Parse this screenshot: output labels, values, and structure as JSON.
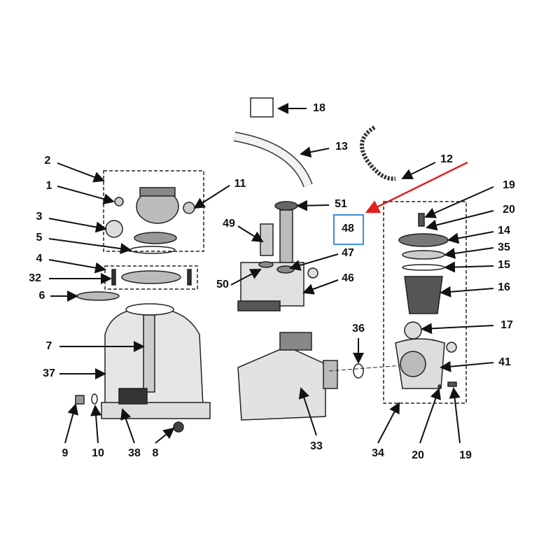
{
  "diagram": {
    "highlight_color": "#3d8fd6",
    "pointer_color": "#e02020",
    "highlighted_part": "48",
    "labels": [
      {
        "id": "18"
      },
      {
        "id": "13"
      },
      {
        "id": "12"
      },
      {
        "id": "2"
      },
      {
        "id": "1"
      },
      {
        "id": "11"
      },
      {
        "id": "3"
      },
      {
        "id": "5"
      },
      {
        "id": "4"
      },
      {
        "id": "32"
      },
      {
        "id": "6"
      },
      {
        "id": "7"
      },
      {
        "id": "37"
      },
      {
        "id": "9"
      },
      {
        "id": "10"
      },
      {
        "id": "38"
      },
      {
        "id": "8"
      },
      {
        "id": "33"
      },
      {
        "id": "36"
      },
      {
        "id": "46"
      },
      {
        "id": "47"
      },
      {
        "id": "49"
      },
      {
        "id": "50"
      },
      {
        "id": "51"
      },
      {
        "id": "19"
      },
      {
        "id": "20"
      },
      {
        "id": "14"
      },
      {
        "id": "35"
      },
      {
        "id": "15"
      },
      {
        "id": "16"
      },
      {
        "id": "17"
      },
      {
        "id": "41"
      },
      {
        "id": "34"
      },
      {
        "id": "20"
      },
      {
        "id": "19"
      }
    ]
  }
}
